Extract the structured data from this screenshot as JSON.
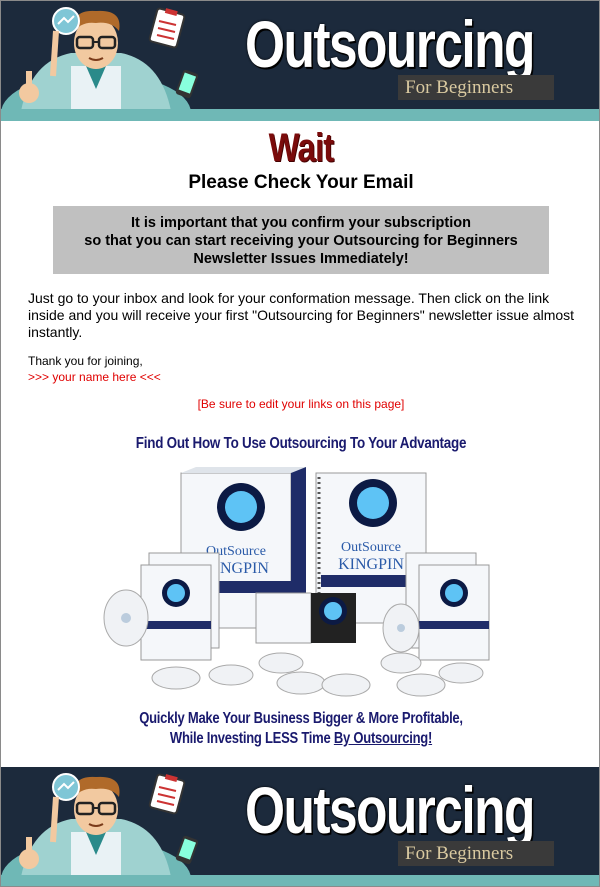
{
  "banner": {
    "title": "Outsourcing",
    "subtitle": "For Beginners"
  },
  "main": {
    "heading": "Wait",
    "subheading": "Please Check Your Email",
    "notice_lines": [
      "It is important that you confirm your subscription",
      "so that you can start receiving your Outsourcing for Beginners",
      "Newsletter Issues Immediately!"
    ],
    "instructions": "Just go to your inbox and look for your conformation message. Then click on the link inside and you will receive your first \"Outsourcing for Beginners\" newsletter issue almost instantly.",
    "thanks": "Thank you for joining,",
    "signature": ">>> your name here <<<",
    "edit_note": "[Be sure to edit your links on this page]"
  },
  "product": {
    "headline": "Find Out How To Use Outsourcing To Your Advantage",
    "brand_top": "OutSource",
    "brand_bottom": "KINGPIN",
    "cta_line1": "Quickly Make Your Business Bigger & More Profitable,",
    "cta_line2_prefix": "While Investing LESS Time ",
    "cta_line2_link": "By Outsourcing!"
  },
  "colors": {
    "banner_bg": "#1c2a3c",
    "banner_strip": "#6fb8b6",
    "heading": "#7a0b0b",
    "accent_red": "#e00000",
    "navy_text": "#1a1a6e",
    "notice_bg": "#c0c0c0"
  }
}
